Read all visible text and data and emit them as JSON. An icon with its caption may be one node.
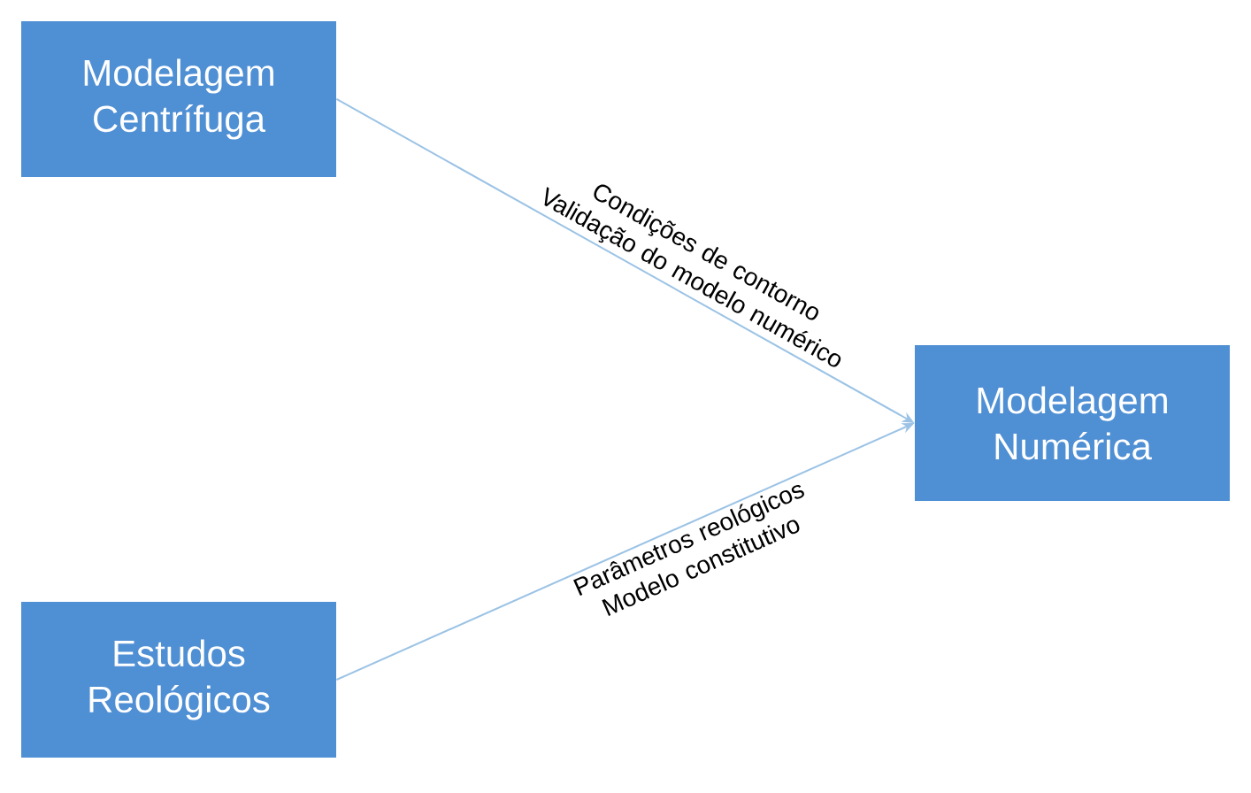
{
  "diagram": {
    "nodes": [
      {
        "text": [
          "Modelagem Centrífuga"
        ]
      },
      {
        "text": [
          "Modelagem Numérica"
        ]
      },
      {
        "text": [
          "Estudos Reológicos"
        ]
      }
    ],
    "edges": [
      {
        "from": 0,
        "to": 1,
        "arrow": "to",
        "label": "Condições de contorno Validação do modelo numérico"
      },
      {
        "from": 2,
        "to": 1,
        "arrow": "to",
        "label": "Parâmetros reológicos Modelo constitutivo"
      }
    ]
  }
}
